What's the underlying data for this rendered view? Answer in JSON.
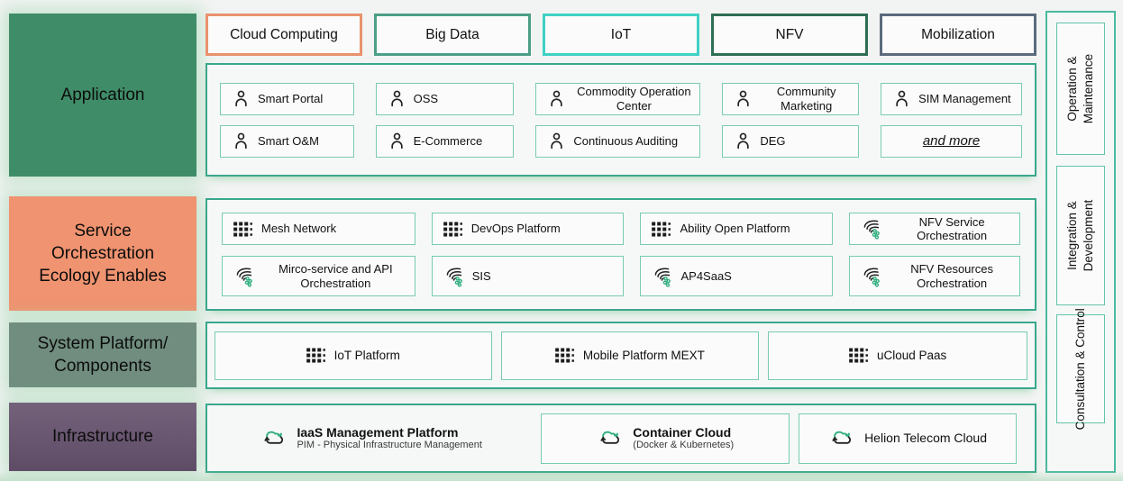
{
  "palette": {
    "background": "#f2f4f3",
    "container_border": "#3aa78c",
    "item_border": "#79cbb4",
    "item_bg": "#fafbfa",
    "icon_green": "#2fae7e",
    "glow_green": "#a3d5b1",
    "text": "#111111"
  },
  "left_sections": [
    {
      "label": "Application",
      "color": "#3f8d68"
    },
    {
      "label": "Service Orchestration Ecology Enables",
      "color": "#ef9370"
    },
    {
      "label": "System Platform/ Components",
      "color": "#708d7f"
    },
    {
      "label": "Infrastructure",
      "color": "#6b5873"
    }
  ],
  "tabs": [
    {
      "label": "Cloud Computing",
      "border_color": "#e9926e"
    },
    {
      "label": "Big Data",
      "border_color": "#4c9f86"
    },
    {
      "label": "IoT",
      "border_color": "#3fd1c5"
    },
    {
      "label": "NFV",
      "border_color": "#2e6e54"
    },
    {
      "label": "Mobilization",
      "border_color": "#5b6b7d"
    }
  ],
  "application": {
    "items": [
      {
        "label": "Smart Portal",
        "icon": "person-icon"
      },
      {
        "label": "OSS",
        "icon": "person-icon"
      },
      {
        "label": "Commodity Operation Center",
        "icon": "person-icon"
      },
      {
        "label": "Community Marketing",
        "icon": "person-icon"
      },
      {
        "label": "SIM Management",
        "icon": "person-icon"
      },
      {
        "label": "Smart O&M",
        "icon": "person-icon"
      },
      {
        "label": "E-Commerce",
        "icon": "person-icon"
      },
      {
        "label": "Continuous Auditing",
        "icon": "person-icon"
      },
      {
        "label": "DEG",
        "icon": "person-icon"
      },
      {
        "label": "and more",
        "icon": "none"
      }
    ]
  },
  "service_orchestration": {
    "items": [
      {
        "label": "Mesh Network",
        "icon": "grid-icon"
      },
      {
        "label": "DevOps Platform",
        "icon": "grid-icon"
      },
      {
        "label": "Ability Open Platform",
        "icon": "grid-icon"
      },
      {
        "label": "NFV Service Orchestration",
        "icon": "flow-icon"
      },
      {
        "label": "Mirco-service and API Orchestration",
        "icon": "flow-icon"
      },
      {
        "label": "SIS",
        "icon": "flow-icon"
      },
      {
        "label": "AP4SaaS",
        "icon": "flow-icon"
      },
      {
        "label": "NFV Resources Orchestration",
        "icon": "flow-icon"
      }
    ]
  },
  "system_platform": {
    "items": [
      {
        "label": "IoT Platform",
        "icon": "grid-icon"
      },
      {
        "label": "Mobile Platform MEXT",
        "icon": "grid-icon"
      },
      {
        "label": "uCloud Paas",
        "icon": "grid-icon"
      }
    ]
  },
  "infrastructure": {
    "items": [
      {
        "title": "IaaS Management Platform",
        "subtitle": "PIM - Physical Infrastructure Management",
        "icon": "cloud-sync-icon"
      },
      {
        "title": "Container Cloud",
        "subtitle": "(Docker & Kubernetes)",
        "icon": "cloud-sync-icon"
      },
      {
        "title": "Helion Telecom Cloud",
        "subtitle": "",
        "icon": "cloud-sync-icon"
      }
    ]
  },
  "sidebar": {
    "items": [
      {
        "lines": [
          "Operation &",
          "Maintenance"
        ]
      },
      {
        "lines": [
          "Integration &",
          "Development"
        ]
      },
      {
        "lines": [
          "Consultation & Control"
        ]
      }
    ]
  }
}
